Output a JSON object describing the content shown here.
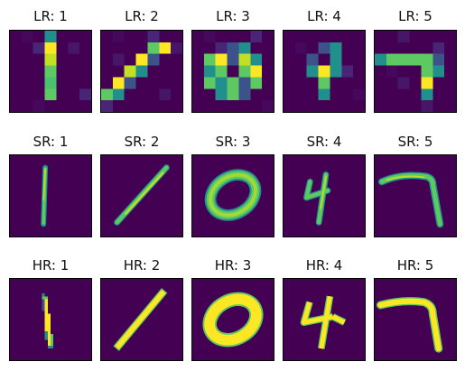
{
  "palette": {
    "background": "#440154",
    "dark_blue": "#3b528b",
    "teal": "#21908d",
    "green": "#5ec962",
    "yellow": "#fde725"
  },
  "rows": [
    {
      "row_label": "LR",
      "panels": [
        {
          "title": "LR: 1",
          "digit": "1"
        },
        {
          "title": "LR: 2",
          "digit": "1"
        },
        {
          "title": "LR: 3",
          "digit": "0"
        },
        {
          "title": "LR: 4",
          "digit": "4"
        },
        {
          "title": "LR: 5",
          "digit": "7"
        }
      ]
    },
    {
      "row_label": "SR",
      "panels": [
        {
          "title": "SR: 1",
          "digit": "1"
        },
        {
          "title": "SR: 2",
          "digit": "1"
        },
        {
          "title": "SR: 3",
          "digit": "0"
        },
        {
          "title": "SR: 4",
          "digit": "4"
        },
        {
          "title": "SR: 5",
          "digit": "7"
        }
      ]
    },
    {
      "row_label": "HR",
      "panels": [
        {
          "title": "HR: 1",
          "digit": "1"
        },
        {
          "title": "HR: 2",
          "digit": "1"
        },
        {
          "title": "HR: 3",
          "digit": "0"
        },
        {
          "title": "HR: 4",
          "digit": "4"
        },
        {
          "title": "HR: 5",
          "digit": "7"
        }
      ]
    }
  ]
}
